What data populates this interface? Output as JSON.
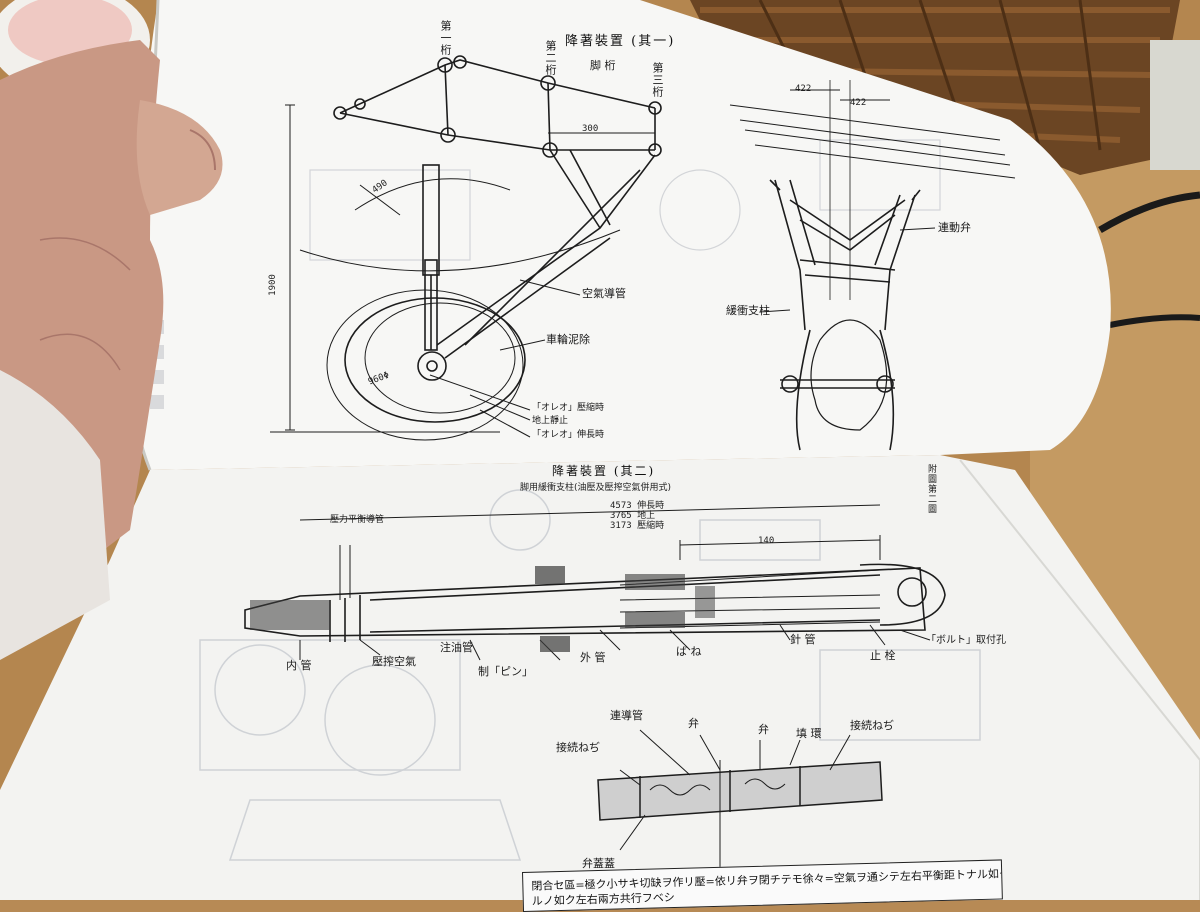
{
  "top_page": {
    "title": "降著裝置 (其一)",
    "strut_label_1": "第一桁",
    "strut_label_2": "第二桁",
    "strut_label_3": "第三桁",
    "spar_label": "脚 桁",
    "dim_300": "300",
    "dim_490": "490",
    "dim_1900": "1900",
    "dim_960": "960Φ",
    "dim_422_a": "422",
    "dim_422_b": "422",
    "label_air_pipe": "空氣導管",
    "label_wheel_mudguard": "車輪泥除",
    "label_oleo_compressed": "「オレオ」壓縮時",
    "label_ground_stop": "地上靜止",
    "label_oleo_extended": "「オレオ」伸長時",
    "label_link_valve": "連動弁",
    "label_shock_strut": "緩衝支柱"
  },
  "bottom_page": {
    "title": "降著裝置 (其二)",
    "subtitle": "脚用緩衝支柱(油壓及壓搾空氣併用式)",
    "side_note": "附圖第二圖",
    "dim_4573": "4573 伸長時",
    "dim_3765": "3765 地上",
    "dim_3173": "3173 壓縮時",
    "dim_140": "140",
    "label_pressure_pipe": "壓力平衡導管",
    "label_inner_tube": "内 管",
    "label_compressed_air": "壓搾空氣",
    "label_oil_filler": "注油管",
    "label_brake_pin": "制「ピン」",
    "label_outer_tube": "外 管",
    "label_spring": "ば ね",
    "label_needle_tube": "針 管",
    "label_stop_bolt": "止 栓",
    "label_bolt_hole": "「ボルト」取付孔",
    "label_connecting_pipe": "連導管",
    "label_valve_1": "弁",
    "label_valve_2": "弁",
    "label_packing": "填 環",
    "label_connect_screw_r": "接続ねぢ",
    "label_connect_screw_l": "接続ねぢ",
    "label_valve_cap": "弁蓋蓋",
    "note_line_1": "閉合セ區=極ク小サキ切缺ヲ作リ壓=依リ弁ヲ閉チテモ徐々=空氣ヲ通シテ左右平衡距トナル如クス",
    "note_line_2": "ルノ如ク左右兩方共行フベシ"
  }
}
